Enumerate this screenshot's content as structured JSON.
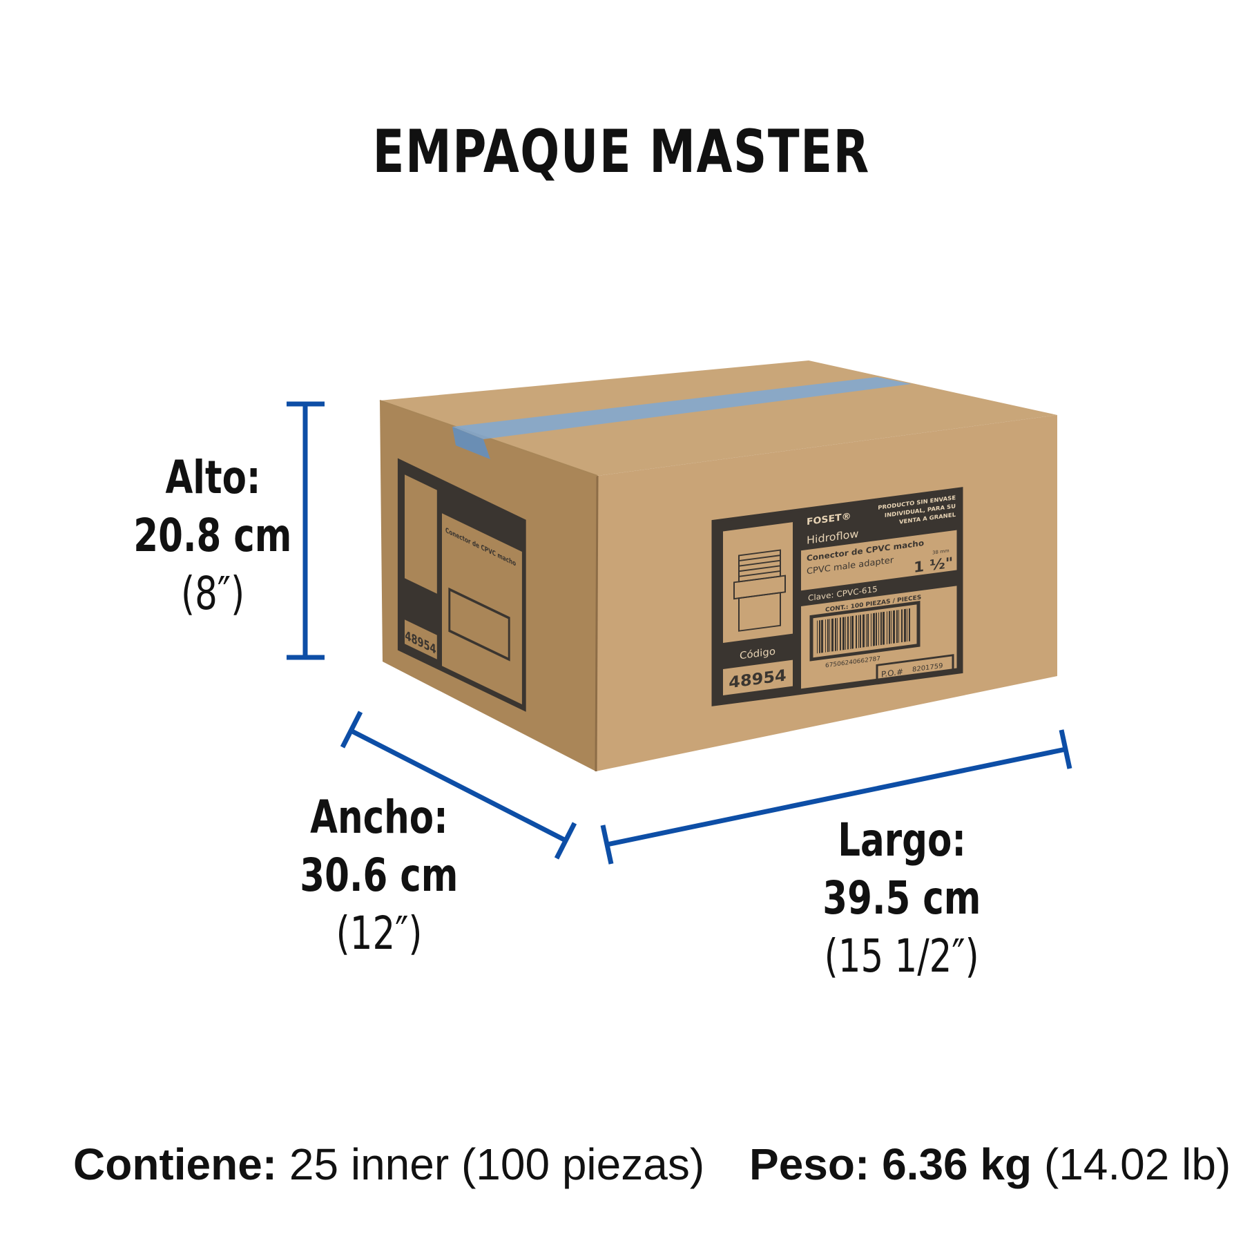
{
  "title": "EMPAQUE MASTER",
  "colors": {
    "dimension_line": "#0d4ea6",
    "box_top": "#c9a57a",
    "box_front": "#c8a377",
    "box_side": "#b58f63",
    "tape": "#6f9fd0",
    "print": "#3a3530"
  },
  "dimensions": {
    "alto": {
      "label": "Alto:",
      "metric": "20.8 cm",
      "imperial": "(8″)"
    },
    "ancho": {
      "label": "Ancho:",
      "metric": "30.6 cm",
      "imperial": "(12″)"
    },
    "largo": {
      "label": "Largo:",
      "metric": "39.5 cm",
      "imperial": "(15 1/2″)"
    }
  },
  "footer": {
    "contiene_label": "Contiene:",
    "contiene_value": "25 inner (100 piezas)",
    "peso_label": "Peso:",
    "peso_value": "6.36 kg",
    "peso_imperial": "(14.02 lb)"
  },
  "box_label": {
    "brand": "FOSET®",
    "sub_brand": "Hidroflow",
    "notice": [
      "PRODUCTO SIN ENVASE",
      "INDIVIDUAL, PARA SU",
      "VENTA A GRANEL"
    ],
    "product_es": "Conector de CPVC macho",
    "product_en": "CPVC male adapter",
    "size": "1 ½\"",
    "size_mm": "38 mm",
    "clave": "Clave: CPVC-615",
    "contents": "CONT.: 100 PIEZAS / PIECES",
    "barcode_number": "67506240662787",
    "codigo_label": "Código",
    "codigo": "48954",
    "po_label": "P.O.#",
    "po_number": "8201759"
  }
}
